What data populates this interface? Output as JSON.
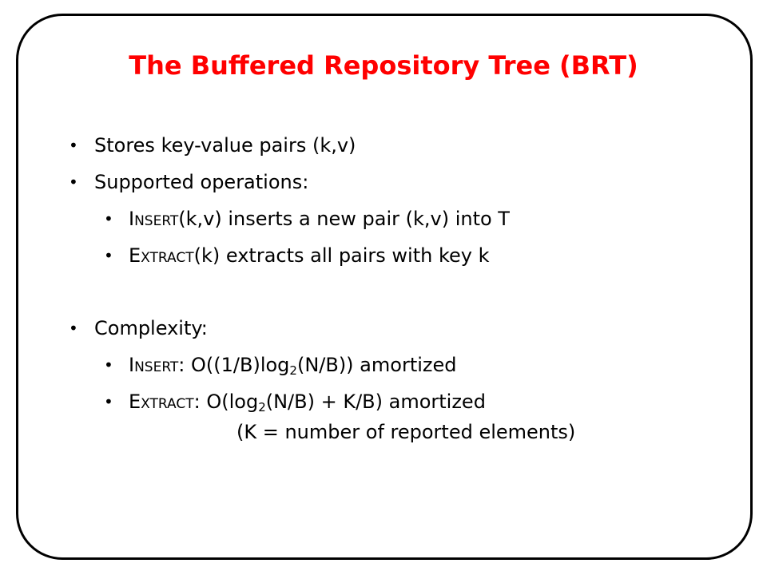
{
  "slide": {
    "title": "The Buffered Repository Tree (BRT)",
    "bullet_char": "•",
    "items": [
      {
        "text": "Stores key-value pairs (k,v)"
      },
      {
        "text": "Supported operations:"
      },
      {
        "op_initial": "I",
        "op_rest": "NSERT",
        "text": "(k,v) inserts a new pair (k,v) into T"
      },
      {
        "op_initial": "E",
        "op_rest": "XTRACT",
        "text": "(k) extracts all pairs with key k"
      },
      {
        "text": "Complexity:"
      },
      {
        "op_initial": "I",
        "op_rest": "NSERT",
        "text_a": ": O((1/B)log",
        "sub": "2",
        "text_b": "(N/B)) amortized"
      },
      {
        "op_initial": "E",
        "op_rest": "XTRACT",
        "text_a": ": O(log",
        "sub": "2",
        "text_b": "(N/B) + K/B) amortized"
      },
      {
        "text": "(K = number of reported elements)"
      }
    ]
  },
  "colors": {
    "title": "#ff0000",
    "text": "#000000",
    "border": "#000000",
    "background": "#ffffff"
  }
}
